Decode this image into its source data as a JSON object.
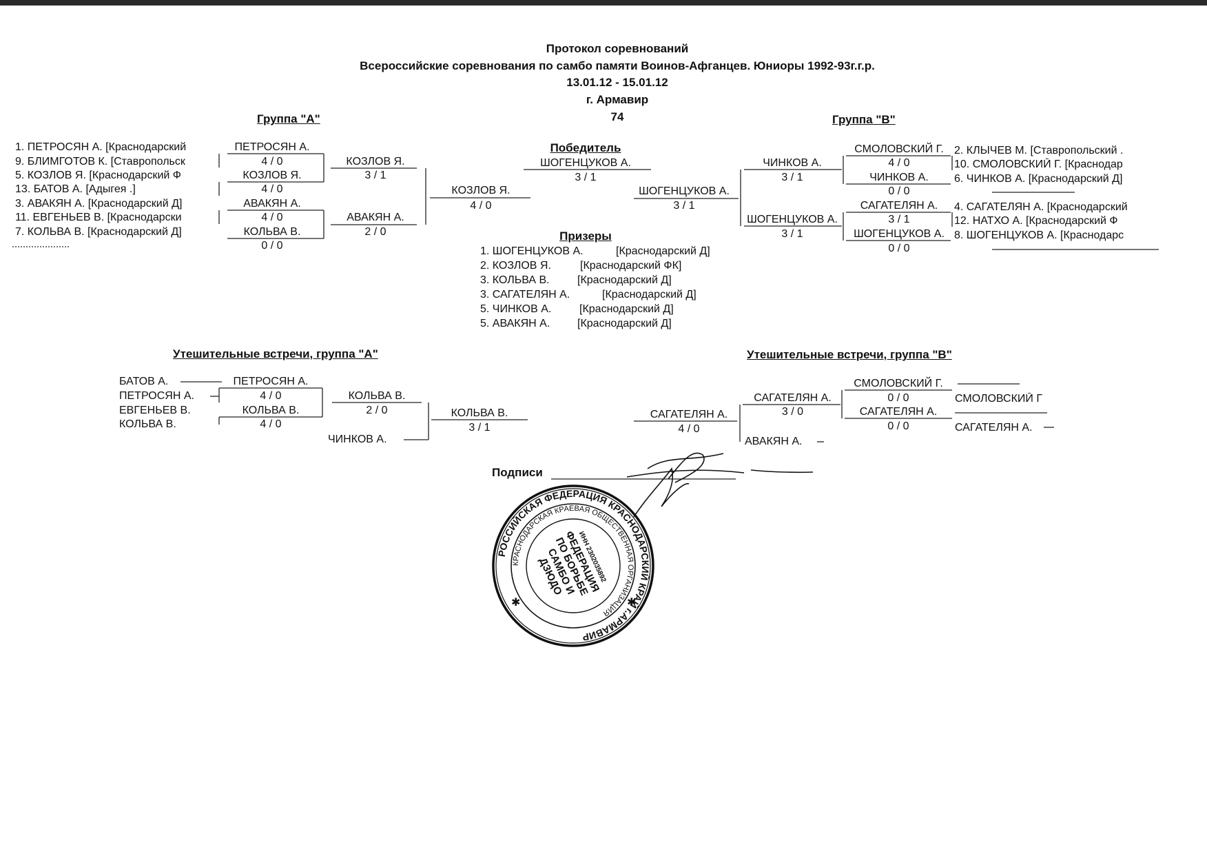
{
  "header": {
    "title": "Протокол соревнований",
    "event": "Всероссийские соревнования по самбо памяти Воинов-Афганцев. Юниоры 1992-93г.г.р.",
    "dates": "13.01.12 - 15.01.12",
    "city": "г. Армавир",
    "weight": "74"
  },
  "groupA": {
    "title": "Группа  \"А\"",
    "entrants": [
      "1. ПЕТРОСЯН А.  [Краснодарский",
      "9. БЛИМГОТОВ К.  [Ставропольск",
      "5. КОЗЛОВ Я.  [Краснодарский Ф",
      "13. БАТОВ А.  [Адыгея  .]",
      "3. АВАКЯН А.  [Краснодарский  Д]",
      "11. ЕВГЕНЬЕВ В.  [Краснодарски",
      "7. КОЛЬВА В.  [Краснодарский  Д]"
    ],
    "r1": [
      {
        "name": "ПЕТРОСЯН А.",
        "score": "4  /  0"
      },
      {
        "name": "КОЗЛОВ Я.",
        "score": "4  /  0"
      },
      {
        "name": "АВАКЯН А.",
        "score": "4  /  0"
      },
      {
        "name": "КОЛЬВА В.",
        "score": "0  /  0"
      }
    ],
    "r2": [
      {
        "name": "КОЗЛОВ Я.",
        "score": "3  /  1"
      },
      {
        "name": "АВАКЯН А.",
        "score": "2  /  0"
      }
    ],
    "final": {
      "name": "КОЗЛОВ Я.",
      "score": "4  /  0"
    }
  },
  "groupB": {
    "title": "Группа  \"В\"",
    "entrants": [
      "2. КЛЫЧЕВ М.  [Ставропольский  .",
      "10. СМОЛОВСКИЙ Г.  [Краснодар",
      "6. ЧИНКОВ А.  [Краснодарский  Д]",
      "4. САГАТЕЛЯН А.  [Краснодарский",
      "12. НАТХО А.  [Краснодарский  Ф",
      "8. ШОГЕНЦУКОВ А.  [Краснодарс"
    ],
    "r1": [
      {
        "name": "СМОЛОВСКИЙ Г.",
        "score": "4  /  0"
      },
      {
        "name": "ЧИНКОВ А.",
        "score": "0  /  0"
      },
      {
        "name": "САГАТЕЛЯН А.",
        "score": "3  /  1"
      },
      {
        "name": "ШОГЕНЦУКОВ А.",
        "score": "0  /  0"
      }
    ],
    "r2": [
      {
        "name": "ЧИНКОВ А.",
        "score": "3  /  1"
      },
      {
        "name": "ШОГЕНЦУКОВ А.",
        "score": "3  /  1"
      }
    ],
    "final": {
      "name": "ШОГЕНЦУКОВ А.",
      "score": "3  /  1"
    }
  },
  "winner": {
    "title": "Победитель",
    "name": "ШОГЕНЦУКОВ А.",
    "score": "3  /  1"
  },
  "prizes": {
    "title": "Призеры",
    "items": [
      {
        "place": "1. ШОГЕНЦУКОВ А.",
        "club": "[Краснодарский  Д]"
      },
      {
        "place": "2. КОЗЛОВ Я.",
        "club": "[Краснодарский  ФК]"
      },
      {
        "place": "3. КОЛЬВА В.",
        "club": "[Краснодарский  Д]"
      },
      {
        "place": "3. САГАТЕЛЯН А.",
        "club": "[Краснодарский  Д]"
      },
      {
        "place": "5. ЧИНКОВ А.",
        "club": "[Краснодарский  Д]"
      },
      {
        "place": "5. АВАКЯН А.",
        "club": "[Краснодарский  Д]"
      }
    ]
  },
  "consolA": {
    "title": "Утешительные встречи, группа \"А\"",
    "seeds": [
      "БАТОВ А.",
      "ПЕТРОСЯН А.",
      "ЕВГЕНЬЕВ В.",
      "КОЛЬВА В."
    ],
    "r1": [
      {
        "name": "ПЕТРОСЯН А.",
        "score": "4  /  0"
      },
      {
        "name": "КОЛЬВА В.",
        "score": "4  /  0"
      }
    ],
    "r2": {
      "name": "КОЛЬВА В.",
      "score": "2  /  0"
    },
    "opp": "ЧИНКОВ А.",
    "final": {
      "name": "КОЛЬВА В.",
      "score": "3  /  1"
    }
  },
  "consolB": {
    "title": "Утешительные встречи, группа \"В\"",
    "final": {
      "name": "САГАТЕЛЯН А.",
      "score": "4  /  0"
    },
    "r2": {
      "name": "САГАТЕЛЯН А.",
      "score": "3  /  0"
    },
    "opp": "АВАКЯН А.",
    "r1": [
      {
        "name": "СМОЛОВСКИЙ Г.",
        "score": "0  /  0"
      },
      {
        "name": "САГАТЕЛЯН А.",
        "score": "0  /  0"
      }
    ],
    "seeds": [
      "СМОЛОВСКИЙ Г",
      "САГАТЕЛЯН А."
    ]
  },
  "signature_label": "Подписи",
  "stamp": {
    "outer_text": "РОССИЙСКАЯ ФЕДЕРАЦИЯ КРАСНОДАРСКИЙ КРАЙ г.АРМАВИР",
    "middle_text": "КРАСНОДАРСКАЯ КРАЕВАЯ ОБЩЕСТВЕННАЯ ОРГАНИЗАЦИЯ",
    "inn": "ИНН 2302035892",
    "center": [
      "ФЕДЕРАЦИЯ",
      "ПО БОРЬБЕ",
      "САМБО И",
      "ДЗЮДО"
    ]
  }
}
